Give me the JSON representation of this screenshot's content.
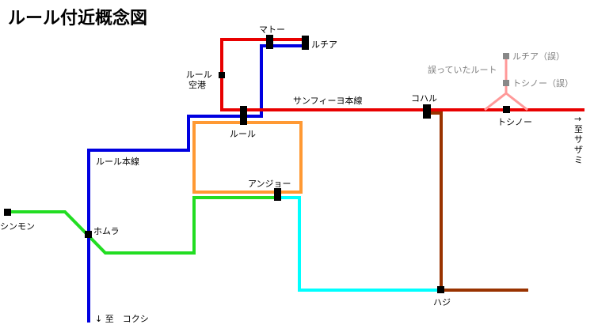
{
  "title": "ルール付近概念図",
  "colors": {
    "sanfi_line": "#e80000",
    "rule_line": "#0000e0",
    "kohal_line": "#993300",
    "green_line": "#22dd22",
    "orange_loop": "#ff9933",
    "cyan_line": "#00ffff",
    "mistaken_route": "#ff9999",
    "station": "#000000",
    "station_mistaken": "#888888"
  },
  "lines": {
    "sanfi": "サンフィーヨ本線",
    "rule": "ルール本線"
  },
  "stations": {
    "mato": "マトー",
    "ruchia": "ルチア",
    "rule_airport": "ルール\n空港",
    "rule": "ルール",
    "kohal": "コハル",
    "toshino": "トシノー",
    "anjo": "アンジョー",
    "homura": "ホムラ",
    "shinmon": "シンモン",
    "haji": "ハジ"
  },
  "mistaken": {
    "route_label": "誤っていたルート",
    "ruchia": "ルチア（誤）",
    "toshino": "トシノー（誤）"
  },
  "directions": {
    "east": "→ 至サザミ",
    "south": "↓ 至　コクシ"
  }
}
